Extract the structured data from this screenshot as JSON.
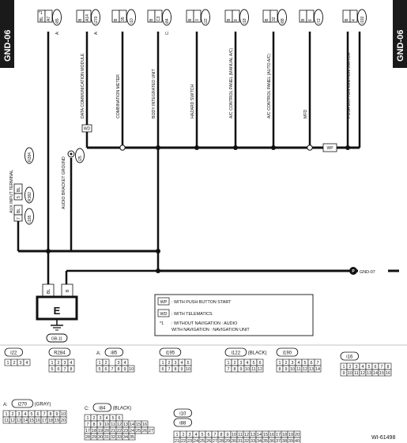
{
  "page_tag": "GND-06",
  "star_marker": "*1",
  "components_top": [
    {
      "name": "",
      "code": "i85",
      "prefix": "A:",
      "pins": [
        "A7",
        "BL"
      ]
    },
    {
      "name": "DATA COMMUNICATION MODULE",
      "code": "i270",
      "prefix": "A:",
      "pins": [
        "A14",
        "B"
      ]
    },
    {
      "name": "COMBINATION METER",
      "code": "i10",
      "prefix": "",
      "pins": [
        "35",
        "B"
      ]
    },
    {
      "name": "BODY INTEGRATED UNIT",
      "code": "i84",
      "prefix": "C:",
      "pins": [
        "C3",
        "B"
      ]
    },
    {
      "name": "HAZARD SWITCH",
      "code": "i22",
      "prefix": "",
      "pins": [
        "3",
        "B"
      ]
    },
    {
      "name": "A/C CONTROL PANEL (MANUAL A/C)",
      "code": "i18",
      "prefix": "",
      "pins": [
        "8",
        "B"
      ]
    },
    {
      "name": "A/C CONTROL PANEL (AUTO A/C)",
      "code": "i88",
      "prefix": "",
      "pins": [
        "32",
        "B"
      ]
    },
    {
      "name": "MFD",
      "code": "i72",
      "prefix": "",
      "pins": [
        "6",
        "B"
      ]
    },
    {
      "name": "PUSH BUTTON IGNITION SWITCH",
      "code": "i192",
      "prefix": "",
      "pins": [
        "4",
        "B"
      ]
    }
  ],
  "aux": {
    "name": "AUX INPUT TERMINAL",
    "codes": [
      "R284",
      "R382",
      "i195"
    ],
    "pins": [
      "BL",
      "5",
      "BL",
      "7"
    ]
  },
  "audio_bracket": {
    "name": "AUDIO BRACKET GROUND",
    "code": "i25"
  },
  "wire_tags": {
    "wp": "WP",
    "wd": "WD"
  },
  "ground": {
    "label": "E",
    "code": "GB-11",
    "pins": [
      "BL",
      "B"
    ]
  },
  "gnd_ref": {
    "prefix": "P",
    "text": "GND-07"
  },
  "legend": [
    {
      "tag": "WP",
      "text": ": WITH PUSH BUTTON START"
    },
    {
      "tag": "WD",
      "text": ": WITH TELEMATICS"
    },
    {
      "tag": "*1",
      "text": ": WITHOUT NAVIGATION : AUDIO"
    },
    {
      "tag": "",
      "text": "WITH NAVIGATION : NAVIGATION UNIT"
    }
  ],
  "connectors": {
    "i22": {
      "title": "i22",
      "rows": [
        [
          "1",
          "2",
          "3",
          "4"
        ]
      ]
    },
    "R284": {
      "title": "R284",
      "rows": [
        [
          "1",
          "2",
          "3",
          "4"
        ],
        [
          "5",
          "6",
          "7",
          "8"
        ]
      ]
    },
    "i85": {
      "title": "i85",
      "prefix": "A:",
      "rows": [
        [
          "1",
          "2",
          "",
          "3",
          "4"
        ],
        [
          "5",
          "6",
          "7",
          "8",
          "9",
          "10"
        ]
      ]
    },
    "i195": {
      "title": "i195",
      "rows": [
        [
          "1",
          "2",
          "3",
          "4",
          "5"
        ],
        [
          "6",
          "7",
          "8",
          "9",
          "10"
        ]
      ]
    },
    "i122": {
      "title": "i122",
      "suffix": "(BLACK)",
      "rows": [
        [
          "1",
          "2",
          "3",
          "4",
          "5",
          "6"
        ],
        [
          "7",
          "8",
          "9",
          "10",
          "11",
          "12"
        ]
      ]
    },
    "i190": {
      "title": "i190",
      "rows": [
        [
          "1",
          "2",
          "3",
          "4",
          "5",
          "6",
          "7"
        ],
        [
          "8",
          "9",
          "10",
          "11",
          "12",
          "13",
          "14"
        ]
      ]
    },
    "i16": {
      "title": "i16",
      "rows": [
        [
          "1",
          "2",
          "3",
          "4",
          "5",
          "6",
          "7",
          "8"
        ],
        [
          "9",
          "10",
          "11",
          "12",
          "13",
          "14",
          "15",
          "16"
        ]
      ]
    },
    "i270": {
      "title": "i270",
      "prefix": "A:",
      "suffix": "(GRAY)",
      "rows": [
        [
          "1",
          "2",
          "3",
          "4",
          "5",
          "6",
          "7",
          "8",
          "9",
          "10"
        ],
        [
          "11",
          "12",
          "13",
          "14",
          "15",
          "16",
          "17",
          "18",
          "19",
          "20"
        ]
      ]
    },
    "i84": {
      "title": "i84",
      "prefix": "C:",
      "suffix": "(BLACK)",
      "rows": [
        [
          "1",
          "2",
          "3",
          "4",
          "5",
          "6"
        ],
        [
          "7",
          "8",
          "9",
          "10",
          "11",
          "12",
          "13",
          "14",
          "15",
          "16"
        ],
        [
          "17",
          "18",
          "19",
          "20",
          "21",
          "22",
          "23",
          "24",
          "25",
          "26",
          "27"
        ],
        [
          "28",
          "29",
          "30",
          "31",
          "32",
          "33",
          "34",
          "35"
        ]
      ]
    },
    "i10": {
      "title": "i10",
      "sub": "i88",
      "rows": [
        [
          "1",
          "2",
          "3",
          "4",
          "5",
          "6",
          "7",
          "8",
          "9",
          "10",
          "11",
          "12",
          "13",
          "14",
          "15",
          "16",
          "17",
          "18",
          "19",
          "20"
        ],
        [
          "21",
          "22",
          "23",
          "24",
          "25",
          "26",
          "27",
          "28",
          "29",
          "30",
          "31",
          "32",
          "33",
          "34",
          "35",
          "36",
          "37",
          "38",
          "39",
          "40"
        ]
      ]
    }
  },
  "footer_code": "WI-61498"
}
